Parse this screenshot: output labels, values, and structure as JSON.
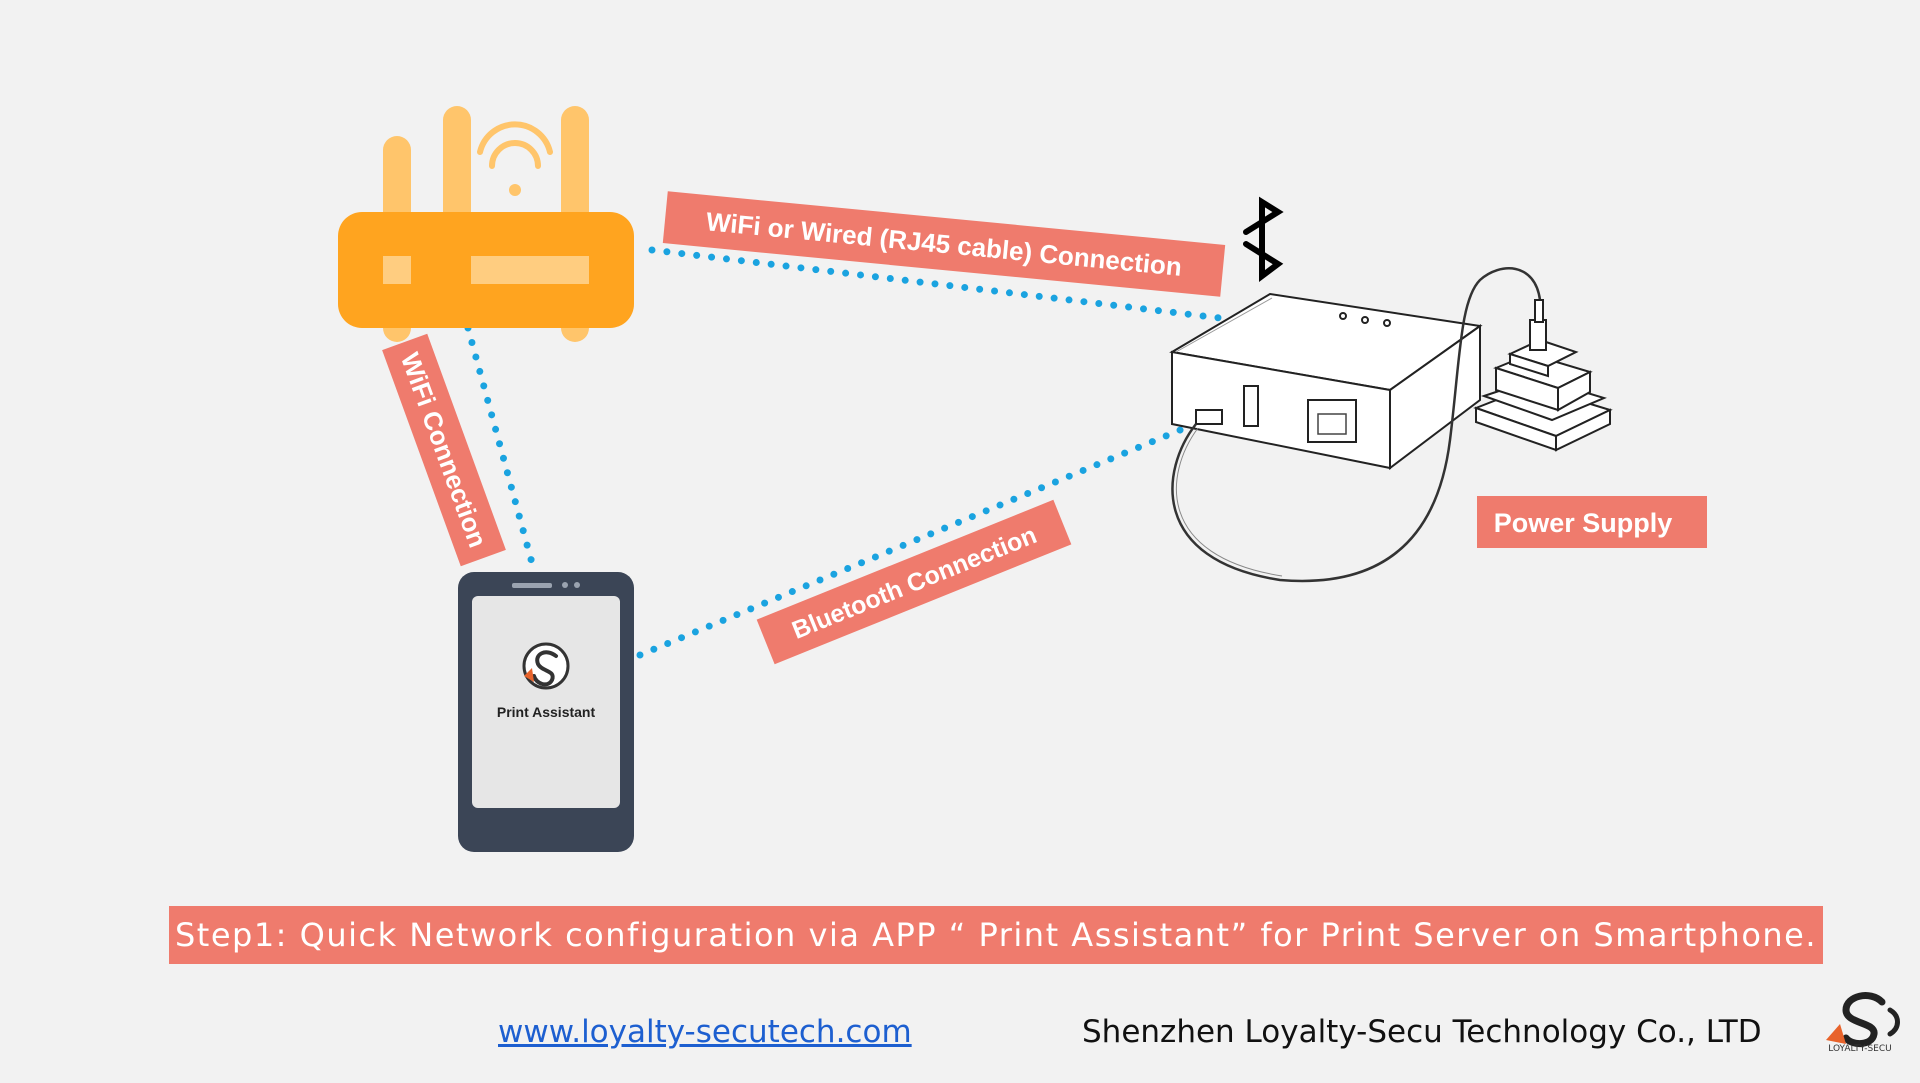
{
  "labels": {
    "wifi_wired": "WiFi or Wired (RJ45 cable) Connection",
    "wifi": "WiFi Connection",
    "bluetooth": "Bluetooth Connection",
    "power": "Power Supply"
  },
  "phone": {
    "app_name": "Print Assistant"
  },
  "banner": {
    "text": "Step1: Quick Network configuration via APP “ Print Assistant” for Print Server on Smartphone."
  },
  "footer": {
    "website": "www.loyalty-secutech.com",
    "company": "Shenzhen Loyalty-Secu Technology Co., LTD",
    "logo_text": "LOYALTY-SECU"
  },
  "colors": {
    "label_bg": "#ef7b6d",
    "dotted_line": "#1aa3e0",
    "router_body": "#ffa41f",
    "router_antenna": "#ffc56b",
    "phone_body": "#3b4556",
    "phone_screen": "#e6e6e6"
  }
}
